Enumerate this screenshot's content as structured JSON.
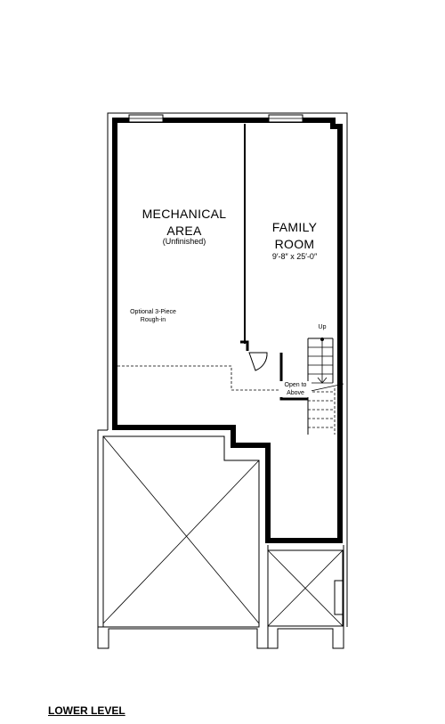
{
  "plan": {
    "mechanical": {
      "title_line1": "MECHANICAL",
      "title_line2": "AREA",
      "subtitle": "(Unfinished)",
      "note_line1": "Optional 3-Piece",
      "note_line2": "Rough-in"
    },
    "family_room": {
      "title_line1": "FAMILY",
      "title_line2": "ROOM",
      "dimensions": "9′-8″ x 25′-0″"
    },
    "stairs": {
      "up_label": "Up",
      "open_line1": "Open to",
      "open_line2": "Above"
    },
    "level_label": "LOWER LEVEL"
  }
}
